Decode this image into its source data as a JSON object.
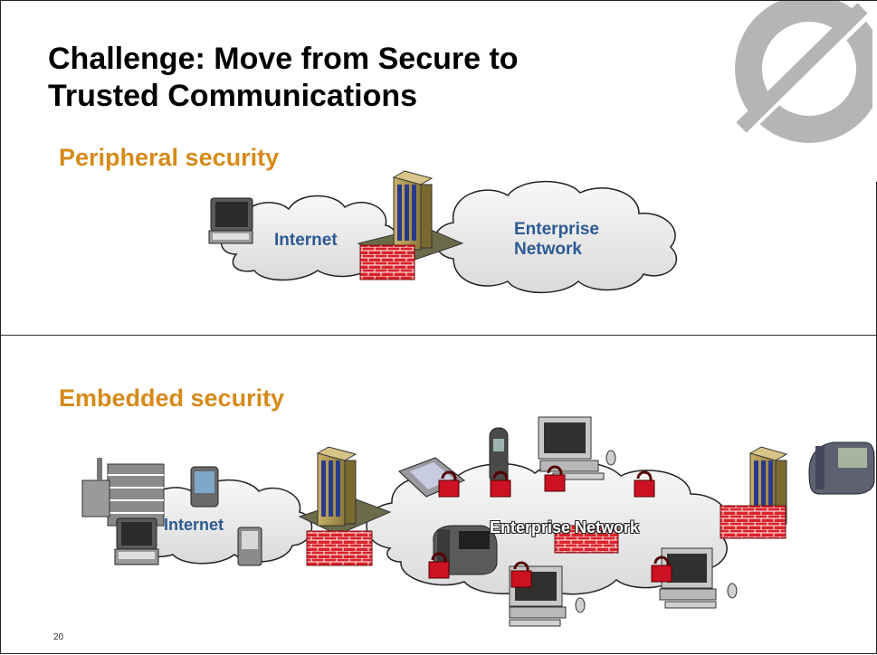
{
  "slide": {
    "title_line1": "Challenge: Move from Secure to",
    "title_line2": "Trusted Communications",
    "page_number": "20"
  },
  "peripheral": {
    "heading": "Peripheral security",
    "internet_label": "Internet",
    "enterprise_label_line1": "Enterprise",
    "enterprise_label_line2": "Network"
  },
  "embedded": {
    "heading": "Embedded security",
    "internet_label": "Internet",
    "enterprise_label": "Enterprise Network"
  },
  "colors": {
    "heading": "#D68A1A",
    "label_blue": "#2D5A93",
    "brick": "#D9222A",
    "lock": "#CC1122",
    "cloud": "#EFEFEF"
  }
}
